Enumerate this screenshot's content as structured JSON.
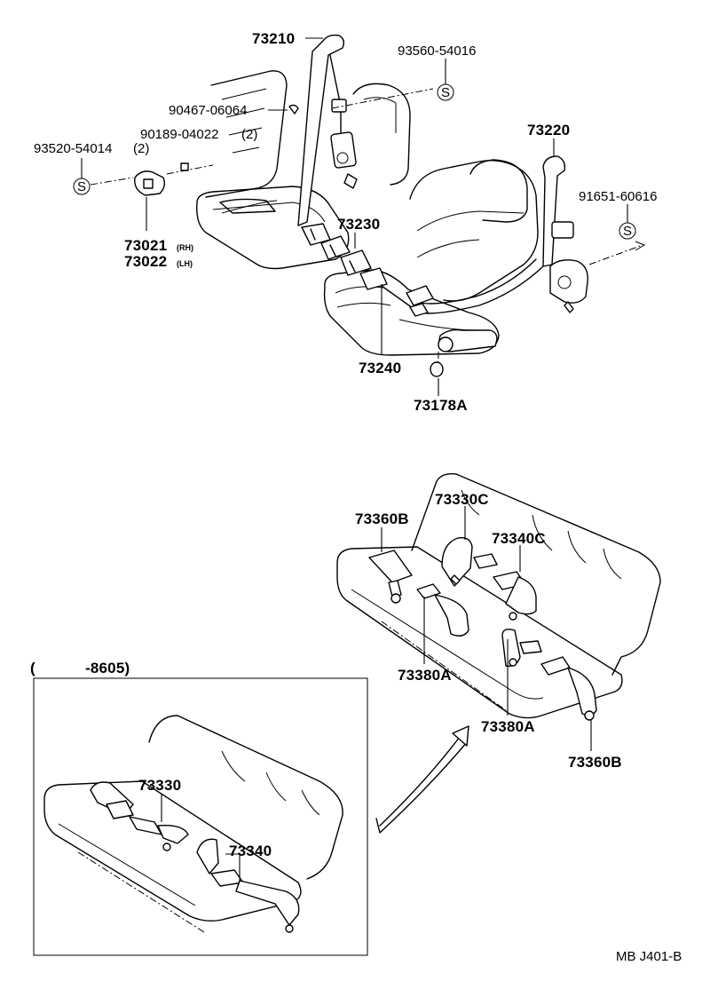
{
  "labels": {
    "front_shoulder_belt_rh": "73210",
    "bolt_93560": "93560-54016",
    "bolt_90467": "90467-06064",
    "nut_90189": "90189-04022",
    "nut_90189_qty": "(2)",
    "bolt_93520": "93520-54014",
    "bolt_93520_qty": "(2)",
    "anchor_73021": "73021",
    "anchor_73021_side": "(RH)",
    "anchor_73022": "73022",
    "anchor_73022_side": "(LH)",
    "front_shoulder_belt_lh": "73220",
    "bolt_91651": "91651-60616",
    "buckle_73230": "73230",
    "buckle_73240": "73240",
    "cover_73178A": "73178A",
    "rear_buckle_73330C": "73330C",
    "rear_belt_73360B_left": "73360B",
    "rear_belt_73340C": "73340C",
    "rear_center_73380A_a": "73380A",
    "rear_center_73380A_b": "73380A",
    "rear_belt_73360B_right": "73360B",
    "inset_range_open": "(",
    "inset_range": "-8605)",
    "inset_73330": "73330",
    "inset_73340": "73340",
    "diagram_code": "MB J401-B"
  },
  "symbols": {
    "standard_part_mark": "S"
  }
}
